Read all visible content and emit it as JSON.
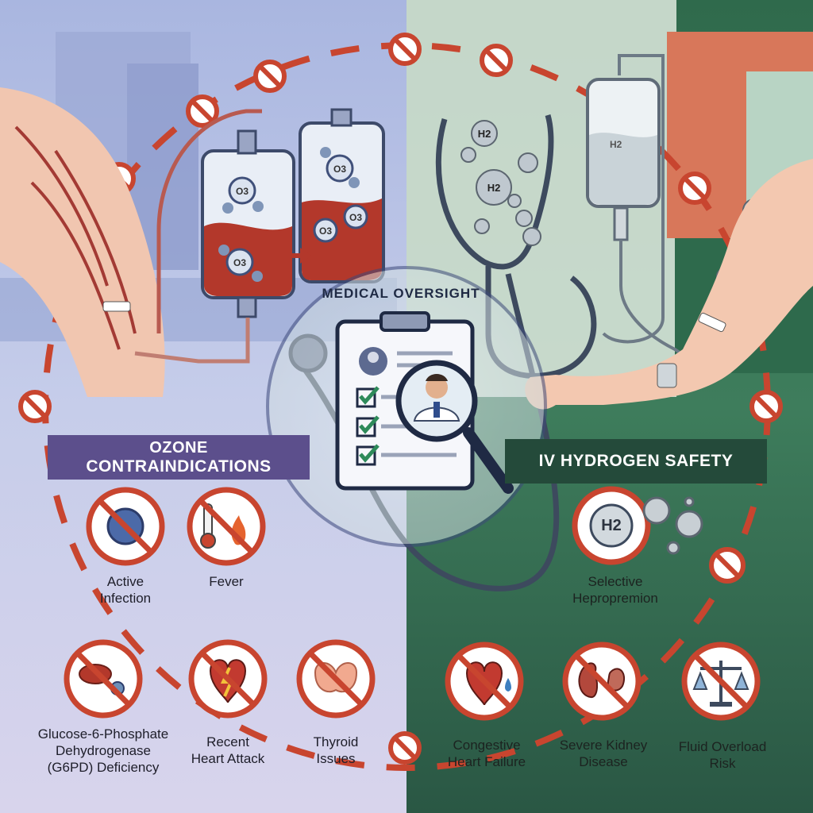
{
  "center": {
    "title": "MEDICAL OVERSIGHT"
  },
  "ozone": {
    "banner_line1": "OZONE",
    "banner_line2": "CONTRAINDICATIONS",
    "items": [
      {
        "label": [
          "Active",
          "Infection"
        ],
        "icon": "virus-icon"
      },
      {
        "label": [
          "Fever"
        ],
        "icon": "thermometer-icon"
      },
      {
        "label": [
          "Glucose-6-Phosphate",
          "Dehydrogenase",
          "(G6PD) Deficiency"
        ],
        "icon": "red-blood-cell-icon"
      },
      {
        "label": [
          "Recent",
          "Heart Attack"
        ],
        "icon": "heart-attack-icon"
      },
      {
        "label": [
          "Thyroid",
          "Issues"
        ],
        "icon": "thyroid-icon"
      }
    ],
    "molecule_label": "O3"
  },
  "hydrogen": {
    "banner": "IV HYDROGEN SAFETY",
    "items": [
      {
        "label": [
          "Selective",
          "Hepropremion"
        ],
        "icon": "hydrogen-molecule-icon"
      },
      {
        "label": [
          "Congestive",
          "Heart Failure"
        ],
        "icon": "heart-failure-icon"
      },
      {
        "label": [
          "Severe Kidney",
          "Disease"
        ],
        "icon": "kidney-icon"
      },
      {
        "label": [
          "Fluid Overload",
          "Risk"
        ],
        "icon": "balance-scale-icon"
      }
    ],
    "molecule_label": "H2"
  },
  "colors": {
    "left_bg_top": "#b7bfe0",
    "left_bg_bottom": "#d6d3ea",
    "right_bg_top": "#3f7a5a",
    "right_bg_bottom": "#275240",
    "prohibit_red": "#c8452f",
    "blood_red": "#b3382b",
    "banner_purple": "#5c4f8c",
    "banner_green": "#244a3a"
  }
}
